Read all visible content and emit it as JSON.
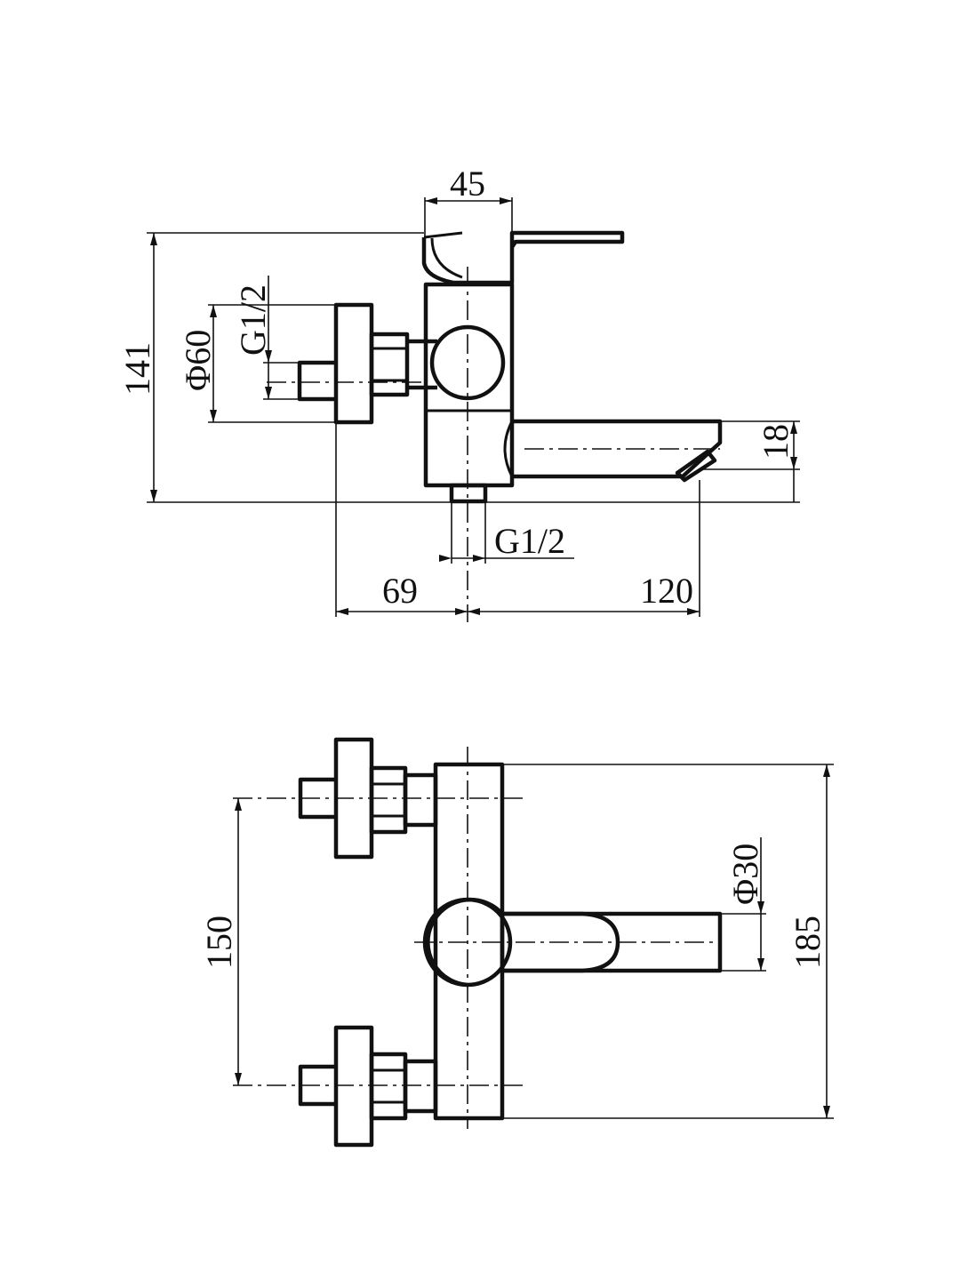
{
  "side_view": {
    "dimensions": {
      "d45": "45",
      "d141": "141",
      "d60": "Φ60",
      "g12_top": "G1/2",
      "d18": "18",
      "g12_bottom": "G1/2",
      "d69": "69",
      "d120": "120"
    }
  },
  "front_view": {
    "dimensions": {
      "d150": "150",
      "d30": "Φ30",
      "d185": "185"
    }
  },
  "colors": {
    "ink": "#111111",
    "background": "#ffffff"
  }
}
